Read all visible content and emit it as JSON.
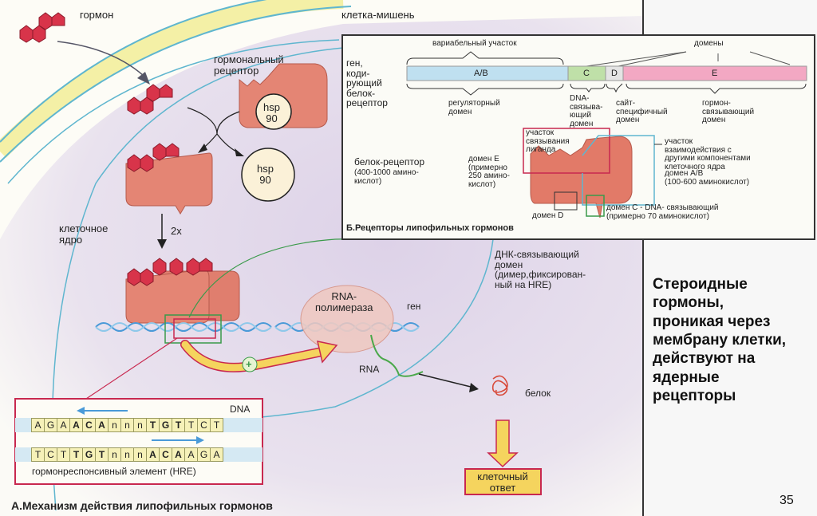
{
  "panel_a": {
    "title": "А.Механизм действия липофильных гормонов",
    "label_hormone": "гормон",
    "label_target_cell": "клетка-мишень",
    "label_receptor": "гормональный\nрецептор",
    "label_hsp_bound": "hsp\n90",
    "label_hsp_free": "hsp\n90",
    "label_nucleus": "клеточное\nядро",
    "label_dimer": "2x",
    "label_dna_binding": "ДНК-связывающий\nдомен\n(димер,фиксирован-\nный на HRE)",
    "label_rna_polymerase": "RNA-\nполимераза",
    "label_gene": "ген",
    "label_rna": "RNA",
    "label_protein": "белок",
    "label_cell_response": "клеточный\nответ",
    "label_plus": "+",
    "hre_box": {
      "dna_label": "DNA",
      "strand_top": [
        {
          "b": "A",
          "bold": false
        },
        {
          "b": "G",
          "bold": false
        },
        {
          "b": "A",
          "bold": false
        },
        {
          "b": "A",
          "bold": true
        },
        {
          "b": "C",
          "bold": true
        },
        {
          "b": "A",
          "bold": true
        },
        {
          "b": "n",
          "bold": false
        },
        {
          "b": "n",
          "bold": false
        },
        {
          "b": "n",
          "bold": false
        },
        {
          "b": "T",
          "bold": true
        },
        {
          "b": "G",
          "bold": true
        },
        {
          "b": "T",
          "bold": true
        },
        {
          "b": "T",
          "bold": false
        },
        {
          "b": "C",
          "bold": false
        },
        {
          "b": "T",
          "bold": false
        }
      ],
      "strand_bottom": [
        {
          "b": "T",
          "bold": false
        },
        {
          "b": "C",
          "bold": false
        },
        {
          "b": "T",
          "bold": false
        },
        {
          "b": "T",
          "bold": true
        },
        {
          "b": "G",
          "bold": true
        },
        {
          "b": "T",
          "bold": true
        },
        {
          "b": "n",
          "bold": false
        },
        {
          "b": "n",
          "bold": false
        },
        {
          "b": "n",
          "bold": false
        },
        {
          "b": "A",
          "bold": true
        },
        {
          "b": "C",
          "bold": true
        },
        {
          "b": "A",
          "bold": true
        },
        {
          "b": "A",
          "bold": false
        },
        {
          "b": "G",
          "bold": false
        },
        {
          "b": "A",
          "bold": false
        }
      ],
      "caption": "гормонреспонсивный элемент (HRE)"
    }
  },
  "panel_b": {
    "title": "Б.Рецепторы липофильных гормонов",
    "label_variable": "вариабельный участок",
    "label_domains": "домены",
    "label_gene": "ген,\nкоди-\nрующий\nбелок-\nрецептор",
    "segments": [
      {
        "id": "AB",
        "label": "A/B",
        "color": "#bfe0f0"
      },
      {
        "id": "C",
        "label": "C",
        "color": "#bfe0a8"
      },
      {
        "id": "D",
        "label": "D",
        "color": "#e4e4e4"
      },
      {
        "id": "E",
        "label": "E",
        "color": "#f3a8c3"
      }
    ],
    "label_regulatory": "регуляторный\nдомен",
    "label_dna_binding": "DNA-\nсвязыва-\nющий\nдомен",
    "label_site_specific": "сайт-\nспецифичный\nдомен",
    "label_hormone_binding": "гормон-\nсвязывающий\nдомен",
    "label_receptor_protein": "белок-рецептор",
    "label_receptor_size": "(400-1000 амино-\nкислот)",
    "label_domain_e": "домен E\n(примерно\n250 амино-\nкислот)",
    "label_ligand_site": "участок\nсвязывания\nлиганда",
    "label_interaction_site": "участок\nвзаимодействия с\nдругими компонентами\nклеточного ядра",
    "label_domain_ab": "домен A/B\n(100-600  аминокислот)",
    "label_domain_d": "домен D",
    "label_domain_c": "домен C - DNA- связывающий\n(примерно 70  аминокислот)"
  },
  "side_text": "Стероидные\nгормоны,\nпроникая через\nмембрану клетки,\nдействуют на\nядерные\nрецепторы",
  "page_number": "35",
  "colors": {
    "hormone": "#d8344a",
    "receptor": "#e48574",
    "membrane_yellow": "#f4f0a6",
    "membrane_blue": "#5fb6cf",
    "cytoplasm": "#e4dcec",
    "hsp_fill": "#fbf1d8",
    "arrow_yellow": "#f5d45e",
    "frame_red": "#c8284f",
    "frame_green": "#3a9a4a"
  }
}
